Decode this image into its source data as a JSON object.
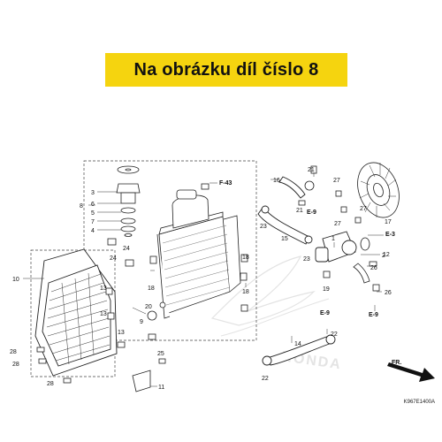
{
  "banner": {
    "text": "Na obrázku díl číslo 8",
    "color": "#f5d40f"
  },
  "diagram": {
    "reference_code": "K967E1400A",
    "watermark": "HONDA",
    "direction_marker": "FR.",
    "cross_references": [
      "F-43",
      "E-3",
      "E-9",
      "E-9",
      "E-9"
    ],
    "part_labels": [
      "1",
      "2",
      "3",
      "4",
      "5",
      "6",
      "7",
      "8",
      "9",
      "10",
      "11",
      "12",
      "13",
      "13",
      "13",
      "14",
      "15",
      "16",
      "17",
      "18",
      "18",
      "18",
      "19",
      "20",
      "21",
      "21",
      "22",
      "22",
      "23",
      "23",
      "24",
      "24",
      "25",
      "26",
      "26",
      "27",
      "27",
      "27",
      "28",
      "28",
      "28"
    ]
  }
}
